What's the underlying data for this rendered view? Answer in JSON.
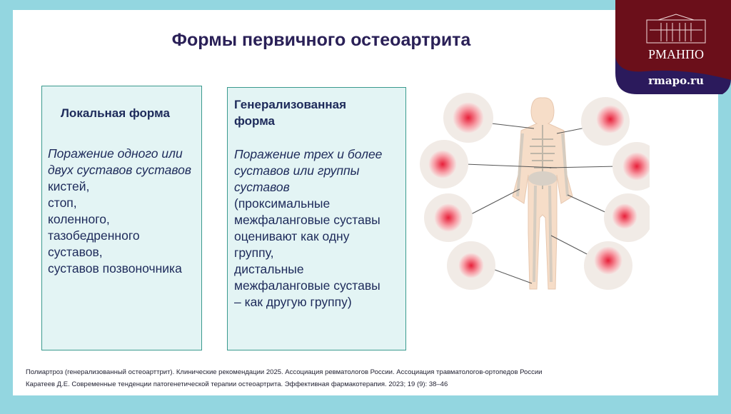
{
  "title": "Формы первичного остеоартрита",
  "logo": {
    "name": "РМАНПО",
    "site": "rmapo.ru"
  },
  "local": {
    "heading": "Локальная форма",
    "italic": "Поражение одного или двух суставов суставов",
    "lines": [
      "кистей,",
      "стоп,",
      "коленного,",
      "тазобедренного",
      "суставов,",
      "суставов позвоночника"
    ]
  },
  "general": {
    "heading": "Генерализованная форма",
    "italic": "Поражение трех и более суставов или группы суставов",
    "lines": [
      "(проксимальные",
      "межфаланговые суставы",
      "оценивают как одну",
      "группу,",
      "дистальные",
      "межфаланговые суставы",
      "– как другую группу)"
    ]
  },
  "references": [
    "Полиартроз (генерализованный остеоарттрит). Клинические рекомендации 2025. Ассоциация ревматологов России. Ассоциация травматологов-ортопедов России",
    "Каратеев Д.Е. Современные тенденции патогенетической терапии остеоартрита. Эффективная фармакотерапия. 2023; 19 (9): 38–46"
  ],
  "colors": {
    "bg": "#93d6e0",
    "logo_red": "#6b0f1a",
    "logo_navy": "#2b1a5c",
    "card_border": "#3a9a8e"
  }
}
